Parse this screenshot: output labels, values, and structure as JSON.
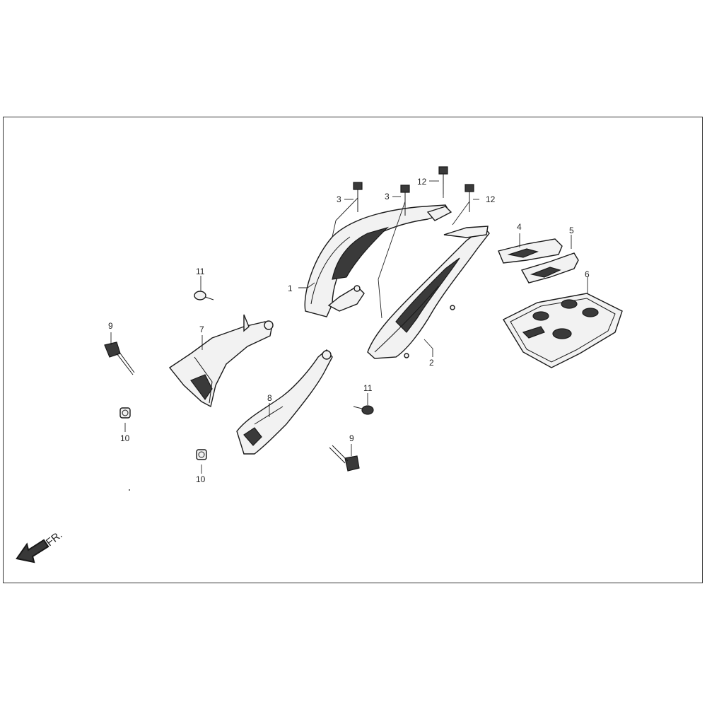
{
  "direction_label": "FR.",
  "callouts": [
    {
      "id": "c1",
      "text": "1"
    },
    {
      "id": "c2",
      "text": "2"
    },
    {
      "id": "c3a",
      "text": "3"
    },
    {
      "id": "c3b",
      "text": "3"
    },
    {
      "id": "c4",
      "text": "4"
    },
    {
      "id": "c5",
      "text": "5"
    },
    {
      "id": "c6",
      "text": "6"
    },
    {
      "id": "c7",
      "text": "7"
    },
    {
      "id": "c8",
      "text": "8"
    },
    {
      "id": "c9a",
      "text": "9"
    },
    {
      "id": "c9b",
      "text": "9"
    },
    {
      "id": "c10a",
      "text": "10"
    },
    {
      "id": "c10b",
      "text": "10"
    },
    {
      "id": "c11a",
      "text": "11"
    },
    {
      "id": "c11b",
      "text": "11"
    },
    {
      "id": "c12a",
      "text": "12"
    },
    {
      "id": "c12b",
      "text": "12"
    }
  ]
}
